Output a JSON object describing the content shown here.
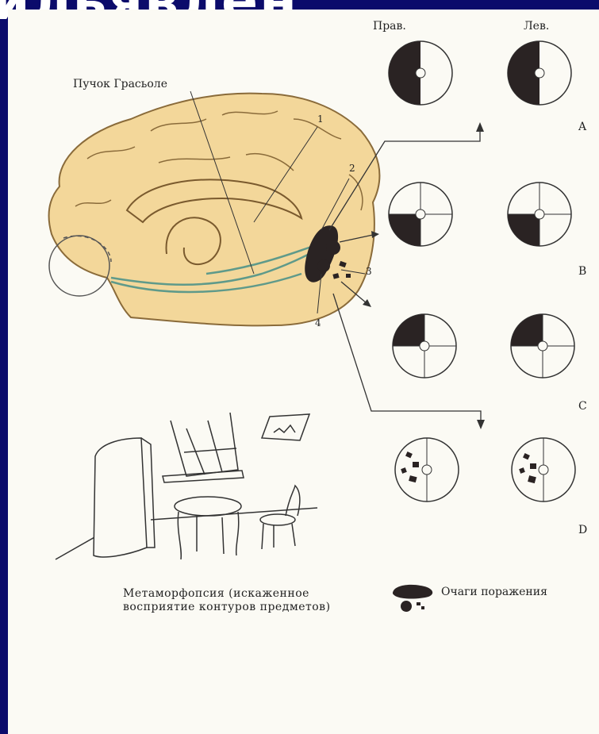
{
  "slide": {
    "title_fragment": "ильявлен"
  },
  "diagram": {
    "fascicle_label": "Пучок Грасьоле",
    "markers": [
      "1",
      "2",
      "3",
      "4"
    ],
    "columns": {
      "right": "Прав.",
      "left": "Лев."
    },
    "rows": [
      "A",
      "B",
      "C",
      "D"
    ],
    "caption_line1": "Метаморфопсия (искаженное",
    "caption_line2": "восприятие контуров предметов)",
    "legend_label": "Очаги поражения"
  },
  "colors": {
    "background": "#0b0b6b",
    "sheet": "#fbfaf4",
    "brain": "#f3d79a",
    "lesion": "#2a2323"
  }
}
